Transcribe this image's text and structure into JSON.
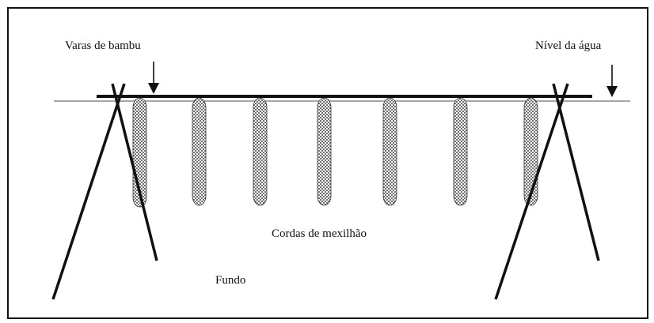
{
  "labels": {
    "bamboo_poles": "Varas de bambu",
    "water_level": "Nível da água",
    "mussel_ropes": "Cordas de mexilhão",
    "bottom": "Fundo"
  },
  "mussel_rope_count": 7,
  "colors": {
    "ink": "#111111",
    "water_line": "#8a8a8a",
    "rope_fill": "#b8b8b8",
    "background": "#ffffff"
  }
}
